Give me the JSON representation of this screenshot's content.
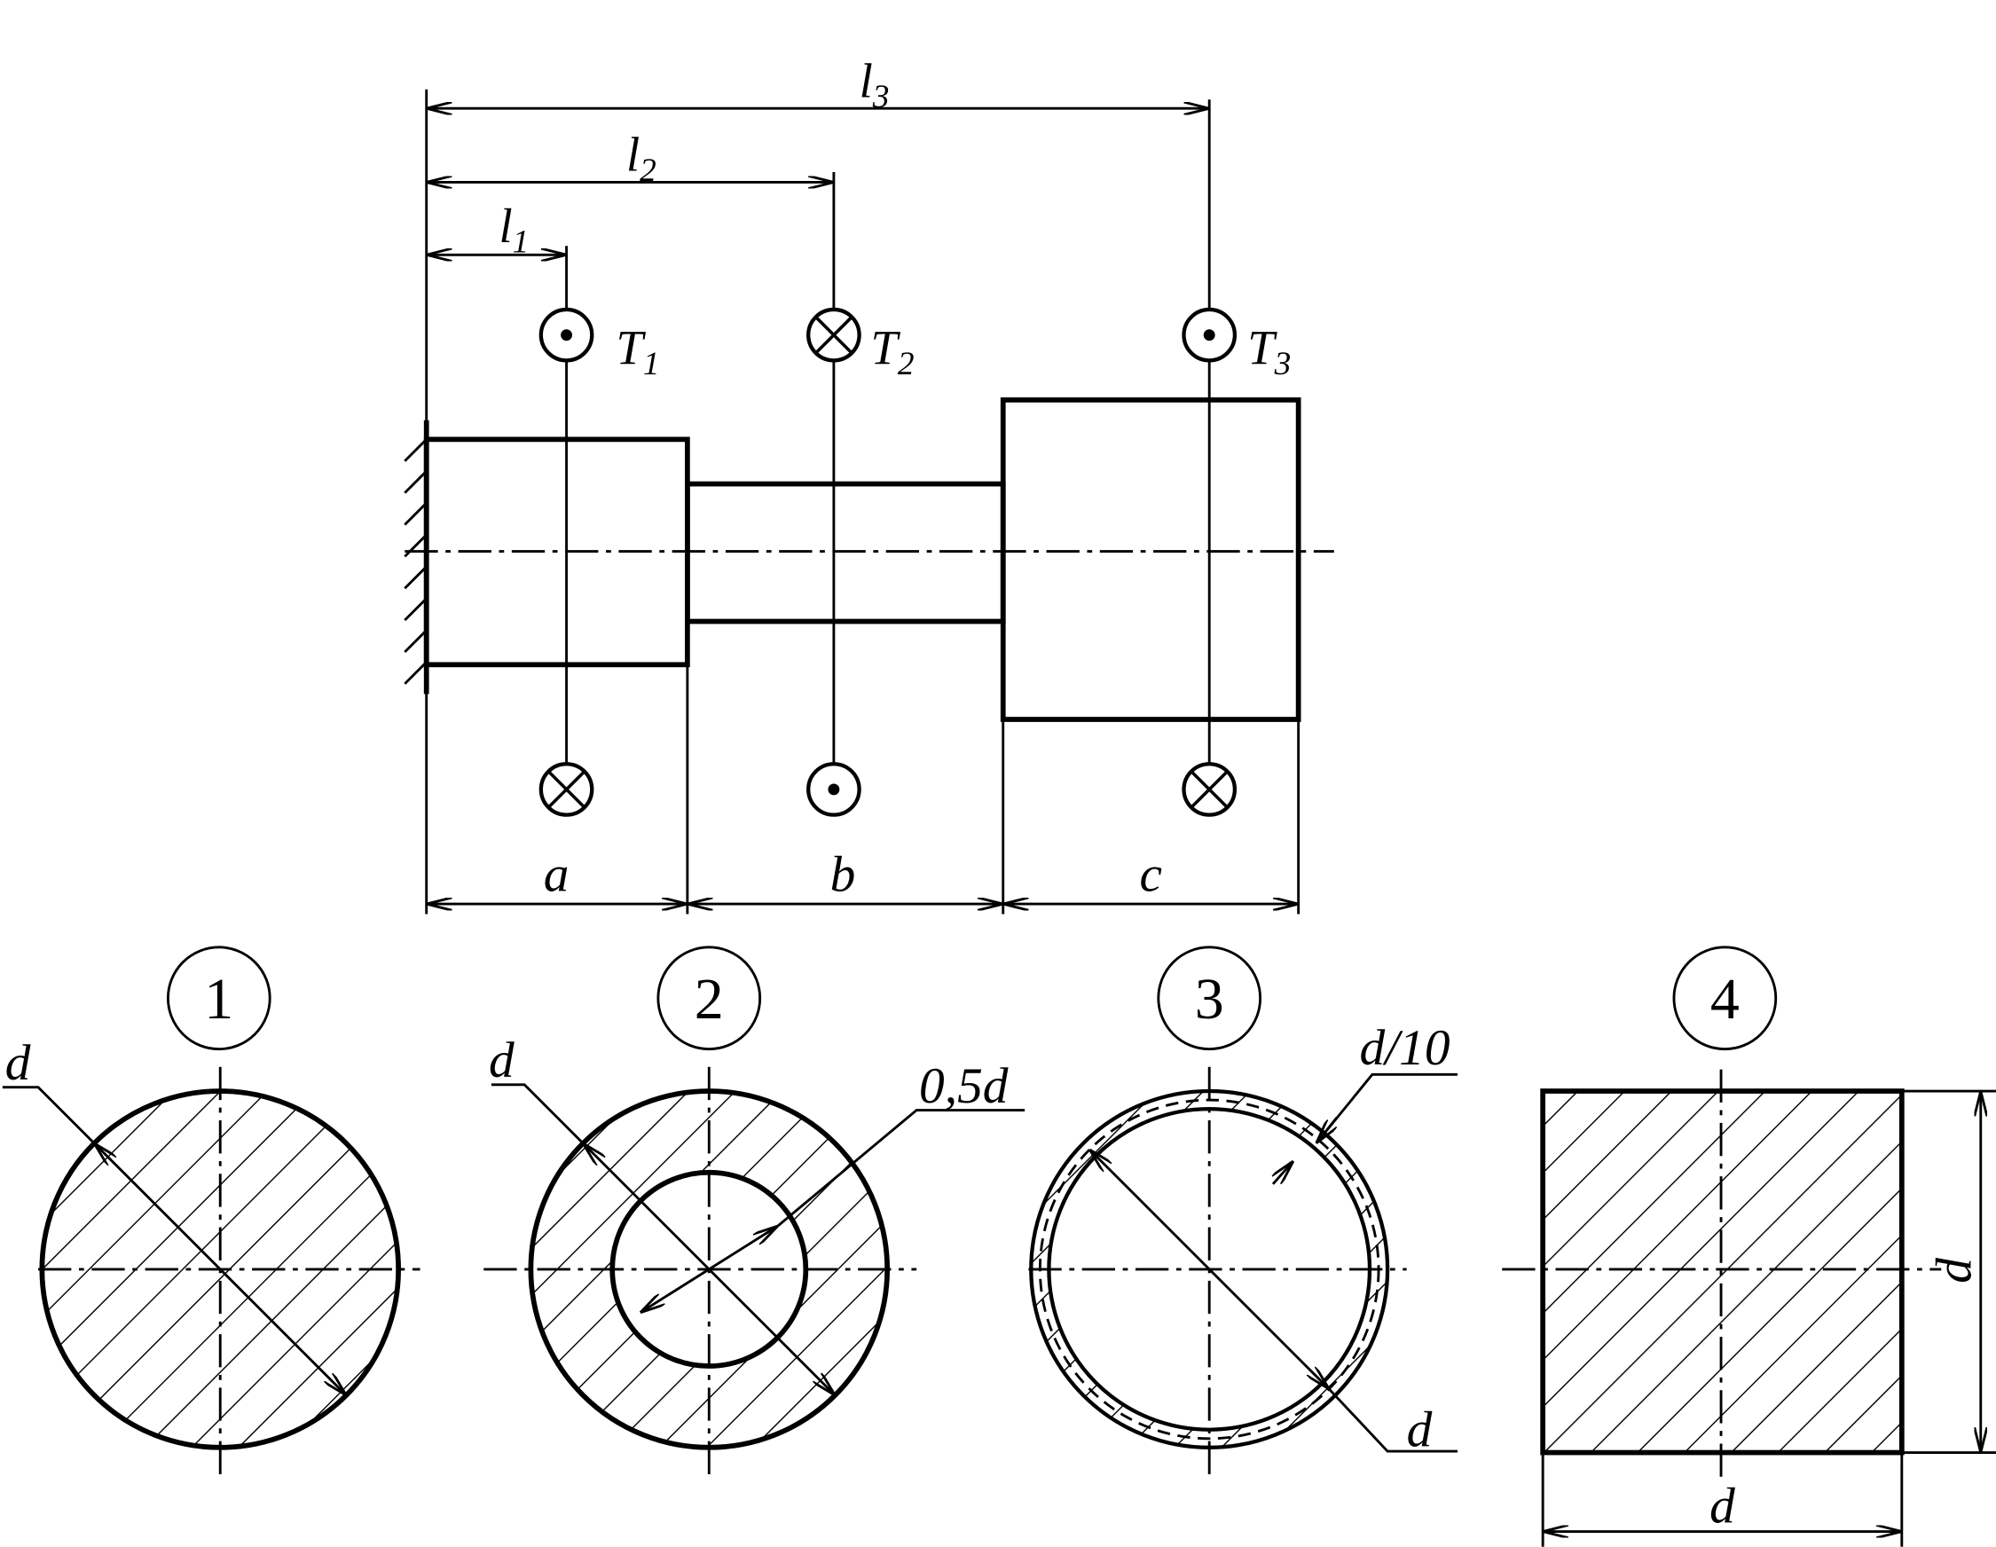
{
  "shaft": {
    "torques": [
      {
        "label": "T",
        "sub": "1",
        "top_symbol": "dot",
        "bottom_symbol": "cross"
      },
      {
        "label": "T",
        "sub": "2",
        "top_symbol": "cross",
        "bottom_symbol": "dot"
      },
      {
        "label": "T",
        "sub": "3",
        "top_symbol": "dot",
        "bottom_symbol": "cross"
      }
    ],
    "lengths": [
      {
        "label": "l",
        "sub": "1"
      },
      {
        "label": "l",
        "sub": "2"
      },
      {
        "label": "l",
        "sub": "3"
      }
    ],
    "segments": [
      "a",
      "b",
      "c"
    ]
  },
  "sections": [
    {
      "number": "1",
      "labels": [
        "d"
      ]
    },
    {
      "number": "2",
      "labels": [
        "d",
        "0,5d"
      ]
    },
    {
      "number": "3",
      "labels": [
        "d/10",
        "d"
      ]
    },
    {
      "number": "4",
      "labels": [
        "d",
        "d"
      ]
    }
  ]
}
